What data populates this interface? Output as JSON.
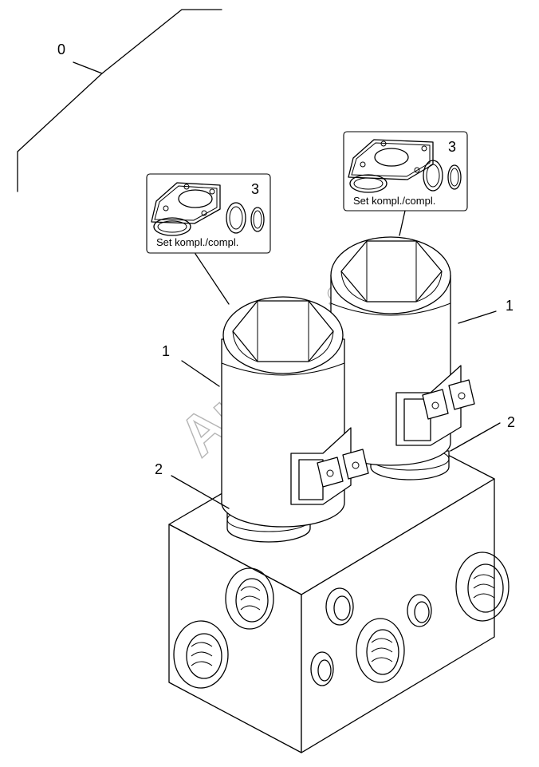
{
  "callouts": {
    "assembly": "0",
    "solenoid_left": "1",
    "solenoid_right": "1",
    "ring_left": "2",
    "ring_right": "2",
    "kit_left": "3",
    "kit_right": "3"
  },
  "kits": {
    "left_label": "Set kompl./compl.",
    "right_label": "Set kompl./compl."
  },
  "watermark": "AutoSoft"
}
